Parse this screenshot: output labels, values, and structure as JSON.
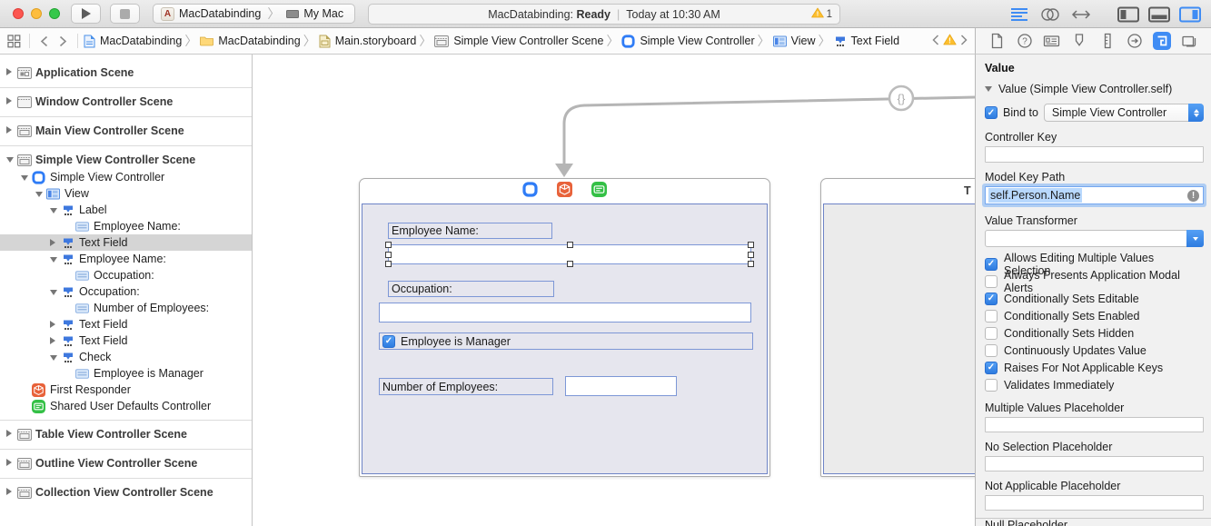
{
  "colors": {
    "accent": "#3f8cf4",
    "warning": "#fdbf2e",
    "selection_highlight": "#b8d8fd",
    "canvas_view_bg": "#e6e6ee",
    "outline_selection": "#d5d5d5"
  },
  "toolbar": {
    "traffic_lights": [
      "close",
      "minimize",
      "zoom"
    ],
    "run_icon": "play-icon",
    "stop_icon": "stop-icon",
    "scheme": {
      "project": "MacDatabinding",
      "target": "My Mac"
    },
    "status": {
      "project": "MacDatabinding:",
      "state": "Ready",
      "divider": "|",
      "time": "Today at 10:30 AM",
      "warning_count": "1"
    },
    "editor_buttons": [
      {
        "icon": "standard-editor-icon",
        "active": true
      },
      {
        "icon": "assistant-editor-icon",
        "active": false
      },
      {
        "icon": "version-editor-icon",
        "active": false
      }
    ],
    "view_buttons": [
      {
        "icon": "panel-left-icon",
        "active": false
      },
      {
        "icon": "panel-bottom-icon",
        "active": false
      },
      {
        "icon": "panel-right-icon",
        "active": true
      }
    ]
  },
  "jumpbar": {
    "related_items_icon": "related-items-icon",
    "back_icon": "chevron-left-icon",
    "forward_icon": "chevron-right-icon",
    "items": [
      {
        "label": "MacDatabinding",
        "icon": "project-file-icon"
      },
      {
        "label": "MacDatabinding",
        "icon": "folder-icon"
      },
      {
        "label": "Main.storyboard",
        "icon": "storyboard-file-icon"
      },
      {
        "label": "Simple View Controller Scene",
        "icon": "scene-icon"
      },
      {
        "label": "Simple View Controller",
        "icon": "view-controller-icon"
      },
      {
        "label": "View",
        "icon": "view-icon"
      },
      {
        "label": "Text Field",
        "icon": "text-field-icon"
      }
    ],
    "issue_nav": {
      "back": "chevron-left-icon",
      "warning_icon": "warning-icon",
      "forward": "chevron-right-icon"
    }
  },
  "sidebar": {
    "rows": [
      {
        "label": "Application Scene",
        "icon": "app-scene",
        "indent": 0,
        "disc": "right",
        "scene": true,
        "sep": true
      },
      {
        "label": "Window Controller Scene",
        "icon": "window-scene",
        "indent": 0,
        "disc": "right",
        "scene": true,
        "sep": true
      },
      {
        "label": "Main View Controller Scene",
        "icon": "vc-scene",
        "indent": 0,
        "disc": "right",
        "scene": true,
        "sep": true
      },
      {
        "label": "Simple View Controller Scene",
        "icon": "vc-scene",
        "indent": 0,
        "disc": "down",
        "scene": true
      },
      {
        "label": "Simple View Controller",
        "icon": "view-controller",
        "indent": 1,
        "disc": "down"
      },
      {
        "label": "View",
        "icon": "view",
        "indent": 2,
        "disc": "down"
      },
      {
        "label": "Label",
        "icon": "text-field",
        "indent": 3,
        "disc": "down"
      },
      {
        "label": "Employee Name:",
        "icon": "cell",
        "indent": 4,
        "disc": "none"
      },
      {
        "label": "Text Field",
        "icon": "text-field",
        "indent": 3,
        "disc": "right",
        "selected": true
      },
      {
        "label": "Employee Name:",
        "icon": "text-field",
        "indent": 3,
        "disc": "down"
      },
      {
        "label": "Occupation:",
        "icon": "cell",
        "indent": 4,
        "disc": "none"
      },
      {
        "label": "Occupation:",
        "icon": "text-field",
        "indent": 3,
        "disc": "down"
      },
      {
        "label": "Number of Employees:",
        "icon": "cell",
        "indent": 4,
        "disc": "none"
      },
      {
        "label": "Text Field",
        "icon": "text-field",
        "indent": 3,
        "disc": "right"
      },
      {
        "label": "Text Field",
        "icon": "text-field",
        "indent": 3,
        "disc": "right"
      },
      {
        "label": "Check",
        "icon": "text-field",
        "indent": 3,
        "disc": "down"
      },
      {
        "label": "Employee is Manager",
        "icon": "cell",
        "indent": 4,
        "disc": "none"
      },
      {
        "label": "First Responder",
        "icon": "first-responder",
        "indent": 1,
        "disc": "none"
      },
      {
        "label": "Shared User Defaults Controller",
        "icon": "user-defaults",
        "indent": 1,
        "disc": "none",
        "sep": true
      },
      {
        "label": "Table View Controller Scene",
        "icon": "vc-scene",
        "indent": 0,
        "disc": "right",
        "scene": true,
        "sep": true
      },
      {
        "label": "Outline View Controller Scene",
        "icon": "vc-scene",
        "indent": 0,
        "disc": "right",
        "scene": true,
        "sep": true
      },
      {
        "label": "Collection View Controller Scene",
        "icon": "vc-scene",
        "indent": 0,
        "disc": "right",
        "scene": true
      }
    ]
  },
  "canvas": {
    "connector_badge": "{}",
    "header_icons": [
      "view-controller-icon",
      "first-responder-icon",
      "user-defaults-icon"
    ],
    "employee_name_label": "Employee Name:",
    "occupation_label": "Occupation:",
    "manager_checkbox_label": "Employee is Manager",
    "manager_checkbox_checked": true,
    "number_of_employees_label": "Number of Employees:",
    "second_panel_title": "T"
  },
  "inspector": {
    "tabs": [
      {
        "icon": "file-inspector-icon",
        "active": false
      },
      {
        "icon": "help-inspector-icon",
        "active": false
      },
      {
        "icon": "identity-inspector-icon",
        "active": false
      },
      {
        "icon": "attributes-inspector-icon",
        "active": false
      },
      {
        "icon": "size-inspector-icon",
        "active": false
      },
      {
        "icon": "connections-inspector-icon",
        "active": false
      },
      {
        "icon": "bindings-inspector-icon",
        "active": true
      },
      {
        "icon": "effects-inspector-icon",
        "active": false
      }
    ],
    "section_title": "Value",
    "value_group_header": "Value (Simple View Controller.self)",
    "bind_to_label": "Bind to",
    "bind_to_checked": true,
    "bind_to_value": "Simple View Controller",
    "controller_key_label": "Controller Key",
    "controller_key_value": "",
    "model_key_path_label": "Model Key Path",
    "model_key_path_value": "self.Person.Name",
    "value_transformer_label": "Value Transformer",
    "value_transformer_value": "",
    "options": [
      {
        "label": "Allows Editing Multiple Values Selection",
        "checked": true
      },
      {
        "label": "Always Presents Application Modal Alerts",
        "checked": false
      },
      {
        "label": "Conditionally Sets Editable",
        "checked": true
      },
      {
        "label": "Conditionally Sets Enabled",
        "checked": false
      },
      {
        "label": "Conditionally Sets Hidden",
        "checked": false
      },
      {
        "label": "Continuously Updates Value",
        "checked": false
      },
      {
        "label": "Raises For Not Applicable Keys",
        "checked": true
      },
      {
        "label": "Validates Immediately",
        "checked": false
      }
    ],
    "placeholders": [
      {
        "label": "Multiple Values Placeholder",
        "value": ""
      },
      {
        "label": "No Selection Placeholder",
        "value": ""
      },
      {
        "label": "Not Applicable Placeholder",
        "value": ""
      },
      {
        "label": "Null Placeholder",
        "value": ""
      }
    ]
  }
}
